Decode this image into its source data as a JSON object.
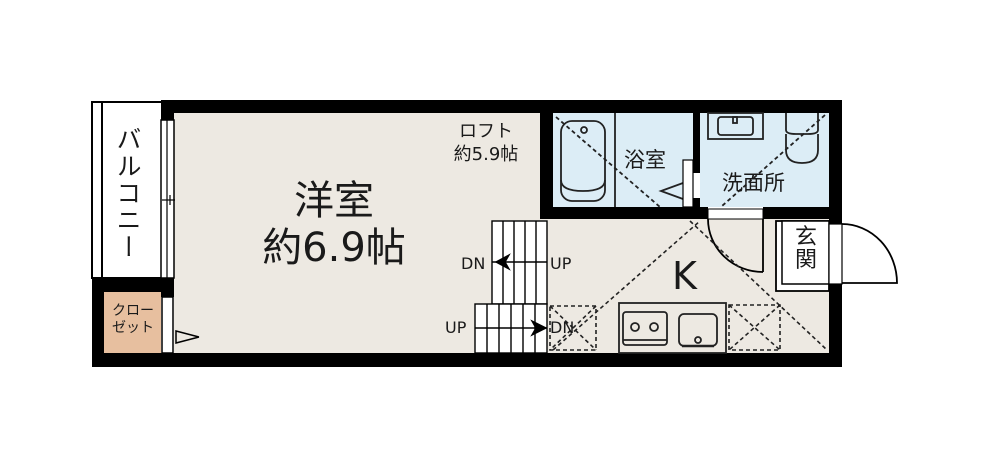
{
  "floorplan": {
    "colors": {
      "wall": "#000000",
      "floor": "#ede9e2",
      "wet_area": "#dcedf6",
      "closet": "#e7bf9f",
      "fixture_line": "#222222",
      "background": "#ffffff"
    },
    "rooms": {
      "western_room": {
        "name": "洋室",
        "size": "約6.9帖"
      },
      "loft": {
        "name": "ロフト",
        "size": "約5.9帖"
      },
      "bathroom": {
        "name": "浴室"
      },
      "washroom": {
        "name": "洗面所"
      },
      "kitchen": {
        "name": "K"
      },
      "entrance": {
        "name": "玄関"
      },
      "balcony": {
        "name": "バルコニー"
      },
      "closet": {
        "line1": "クロー",
        "line2": "ゼット"
      }
    },
    "stairs": {
      "upper": {
        "left": "DN",
        "right": "UP"
      },
      "lower": {
        "left": "UP",
        "right": "DN"
      }
    },
    "fixtures": [
      "bathtub",
      "washbasin",
      "toilet",
      "stove",
      "sink",
      "refrigerator-space",
      "washer-space"
    ]
  }
}
